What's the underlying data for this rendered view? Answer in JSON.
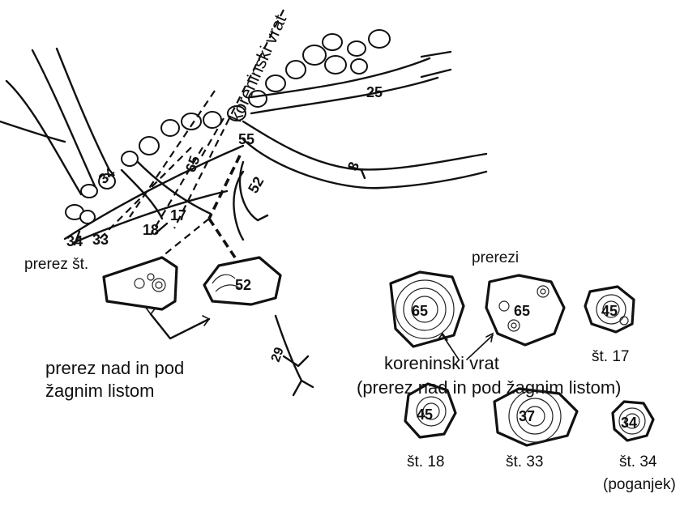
{
  "labels": {
    "root_neck_top": "koreninski vrat",
    "prerez_st": "prerez št.",
    "prerez_nad_line1": "prerez nad in pod",
    "prerez_nad_line2": "žagnim listom",
    "prerezi": "prerezi",
    "koreninski_vrat": "koreninski vrat",
    "prerez_nad_paren": "(prerez nad in pod žagnim listom)",
    "st17": "št. 17",
    "st18": "št. 18",
    "st33": "št. 33",
    "st34": "št. 34",
    "poganjek": "(poganjek)"
  },
  "numbers": {
    "n25": "25",
    "n34": "34",
    "n65": "65",
    "n55": "55",
    "n52": "52",
    "n3": "3",
    "n34b": "34",
    "n33": "33",
    "n18": "18",
    "n17": "17",
    "n52b": "52",
    "n29": "29"
  },
  "sections": {
    "s65a": "65",
    "s65b": "65",
    "s45a": "45",
    "s45b": "45",
    "s37": "37",
    "s34": "34"
  }
}
